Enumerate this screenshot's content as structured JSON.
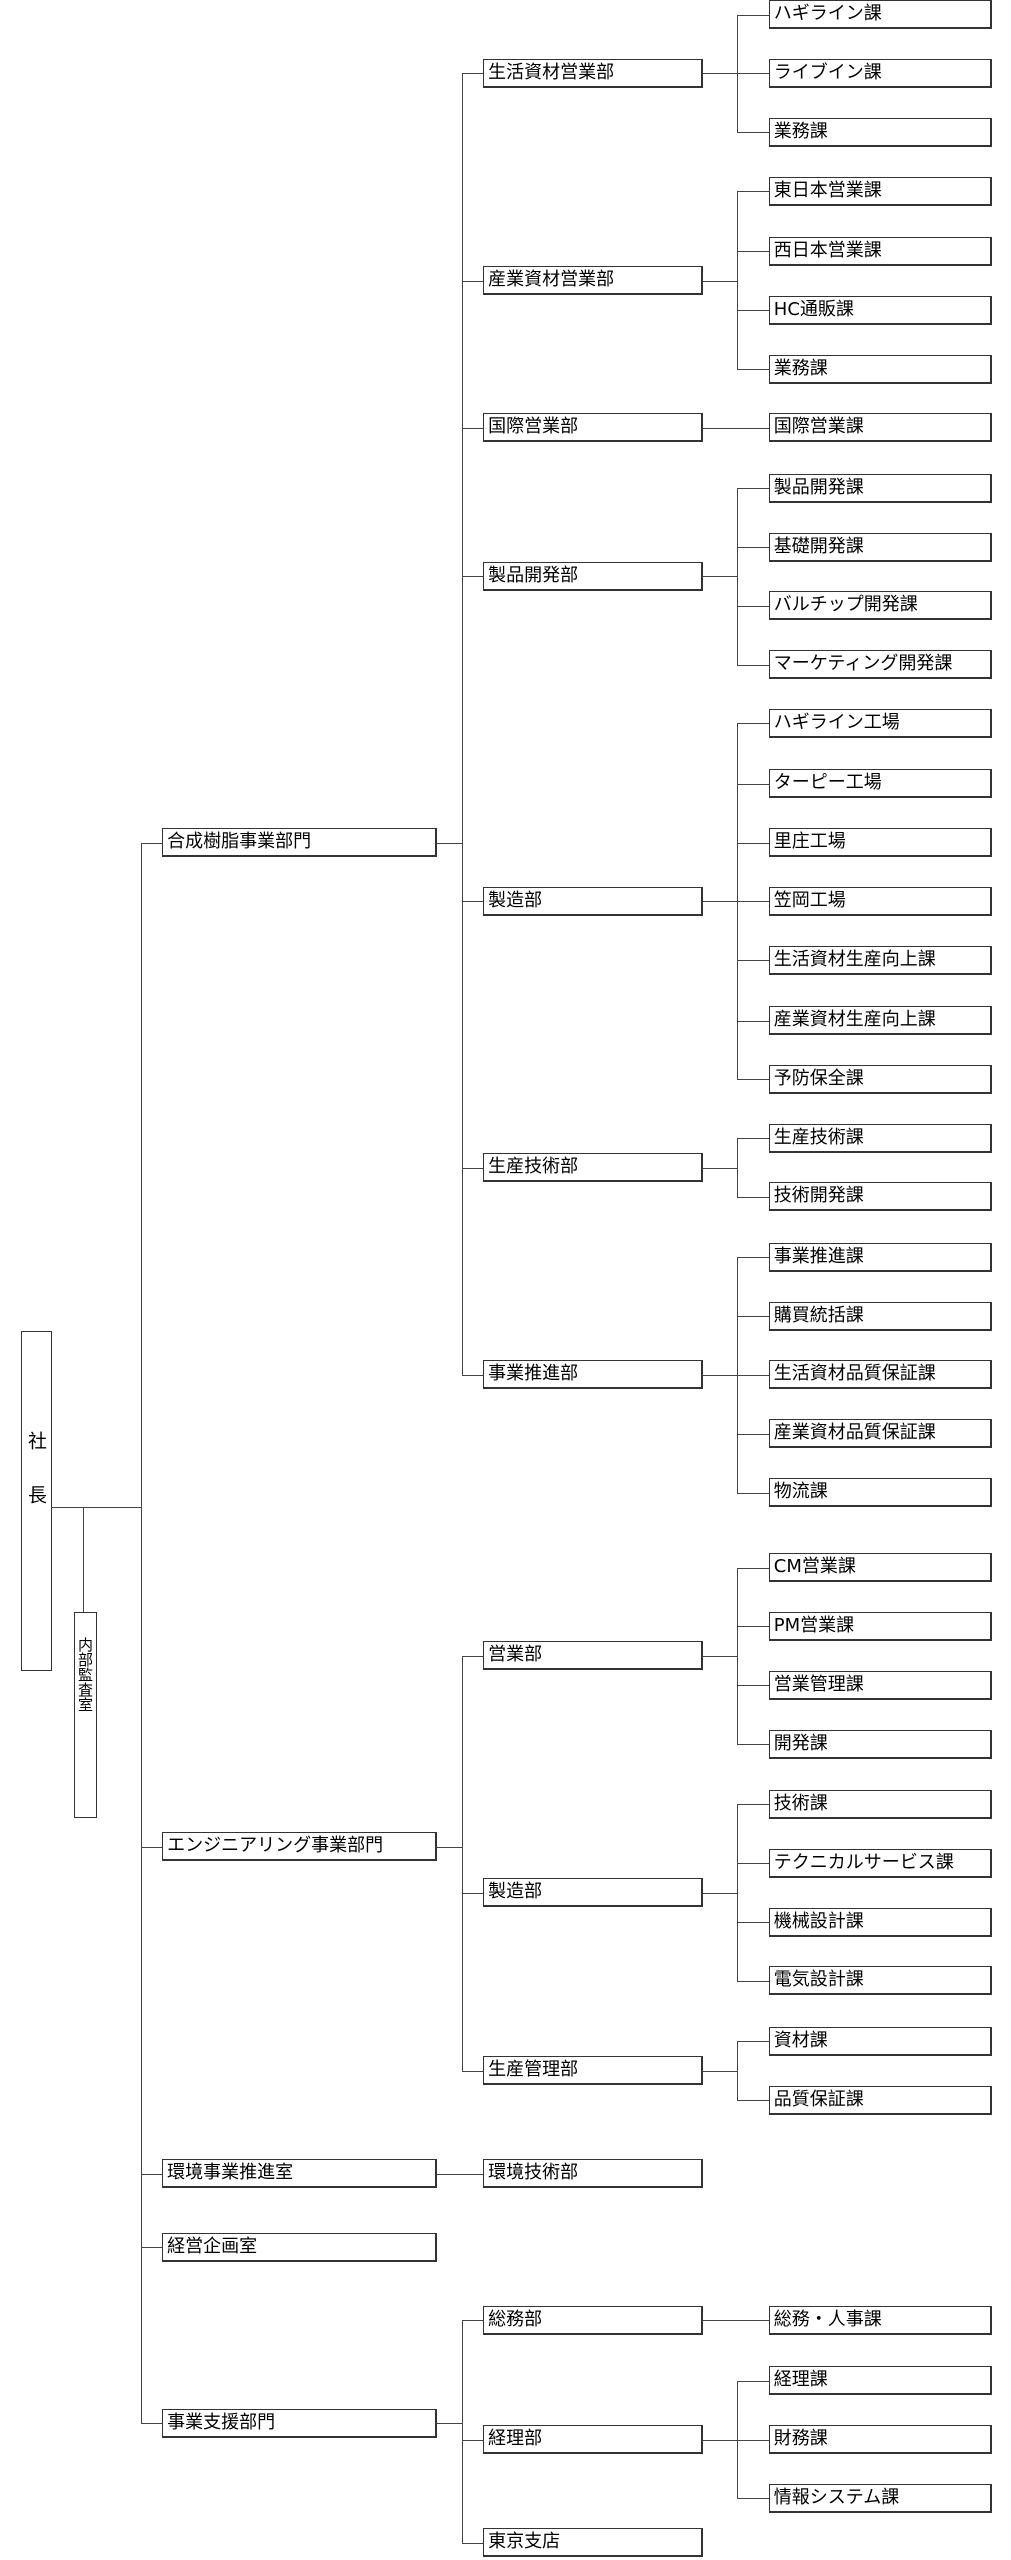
{
  "president": {
    "label": "社　長"
  },
  "audit": {
    "label": "内部監査室"
  },
  "divisions": [
    {
      "label": "合成樹脂事業部門",
      "departments": [
        {
          "label": "生活資材営業部",
          "sections": [
            "ハギライン課",
            "ライブイン課",
            "業務課"
          ]
        },
        {
          "label": "産業資材営業部",
          "sections": [
            "東日本営業課",
            "西日本営業課",
            "HC通販課",
            "業務課"
          ]
        },
        {
          "label": "国際営業部",
          "sections": [
            "国際営業課"
          ]
        },
        {
          "label": "製品開発部",
          "sections": [
            "製品開発課",
            "基礎開発課",
            "バルチップ開発課",
            "マーケティング開発課"
          ]
        },
        {
          "label": "製造部",
          "sections": [
            "ハギライン工場",
            "ターピー工場",
            "里庄工場",
            "笠岡工場",
            "生活資材生産向上課",
            "産業資材生産向上課",
            "予防保全課"
          ]
        },
        {
          "label": "生産技術部",
          "sections": [
            "生産技術課",
            "技術開発課"
          ]
        },
        {
          "label": "事業推進部",
          "sections": [
            "事業推進課",
            "購買統括課",
            "生活資材品質保証課",
            "産業資材品質保証課",
            "物流課"
          ]
        }
      ]
    },
    {
      "label": "エンジニアリング事業部門",
      "departments": [
        {
          "label": "営業部",
          "sections": [
            "CM営業課",
            "PM営業課",
            "営業管理課",
            "開発課"
          ]
        },
        {
          "label": "製造部",
          "sections": [
            "技術課",
            "テクニカルサービス課",
            "機械設計課",
            "電気設計課"
          ]
        },
        {
          "label": "生産管理部",
          "sections": [
            "資材課",
            "品質保証課"
          ]
        }
      ]
    },
    {
      "label": "環境事業推進室",
      "departments": [
        {
          "label": "環境技術部",
          "sections": []
        }
      ]
    },
    {
      "label": "経営企画室",
      "departments": []
    },
    {
      "label": "事業支援部門",
      "departments": [
        {
          "label": "総務部",
          "sections": [
            "総務・人事課"
          ]
        },
        {
          "label": "経理部",
          "sections": [
            "経理課",
            "財務課",
            "情報システム課"
          ]
        },
        {
          "label": "東京支店",
          "sections": []
        }
      ]
    }
  ]
}
